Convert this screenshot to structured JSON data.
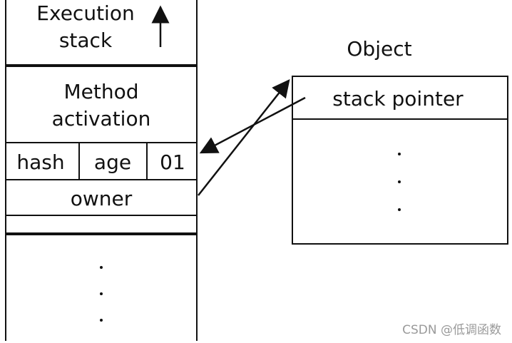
{
  "stack": {
    "title_line1": "Execution",
    "title_line2": "stack",
    "method_line1": "Method",
    "method_line2": "activation",
    "fields": {
      "hash": "hash",
      "age": "age",
      "bits": "01"
    },
    "owner": "owner"
  },
  "object": {
    "title": "Object",
    "stack_pointer": "stack pointer"
  },
  "watermark": "CSDN @低调函数"
}
